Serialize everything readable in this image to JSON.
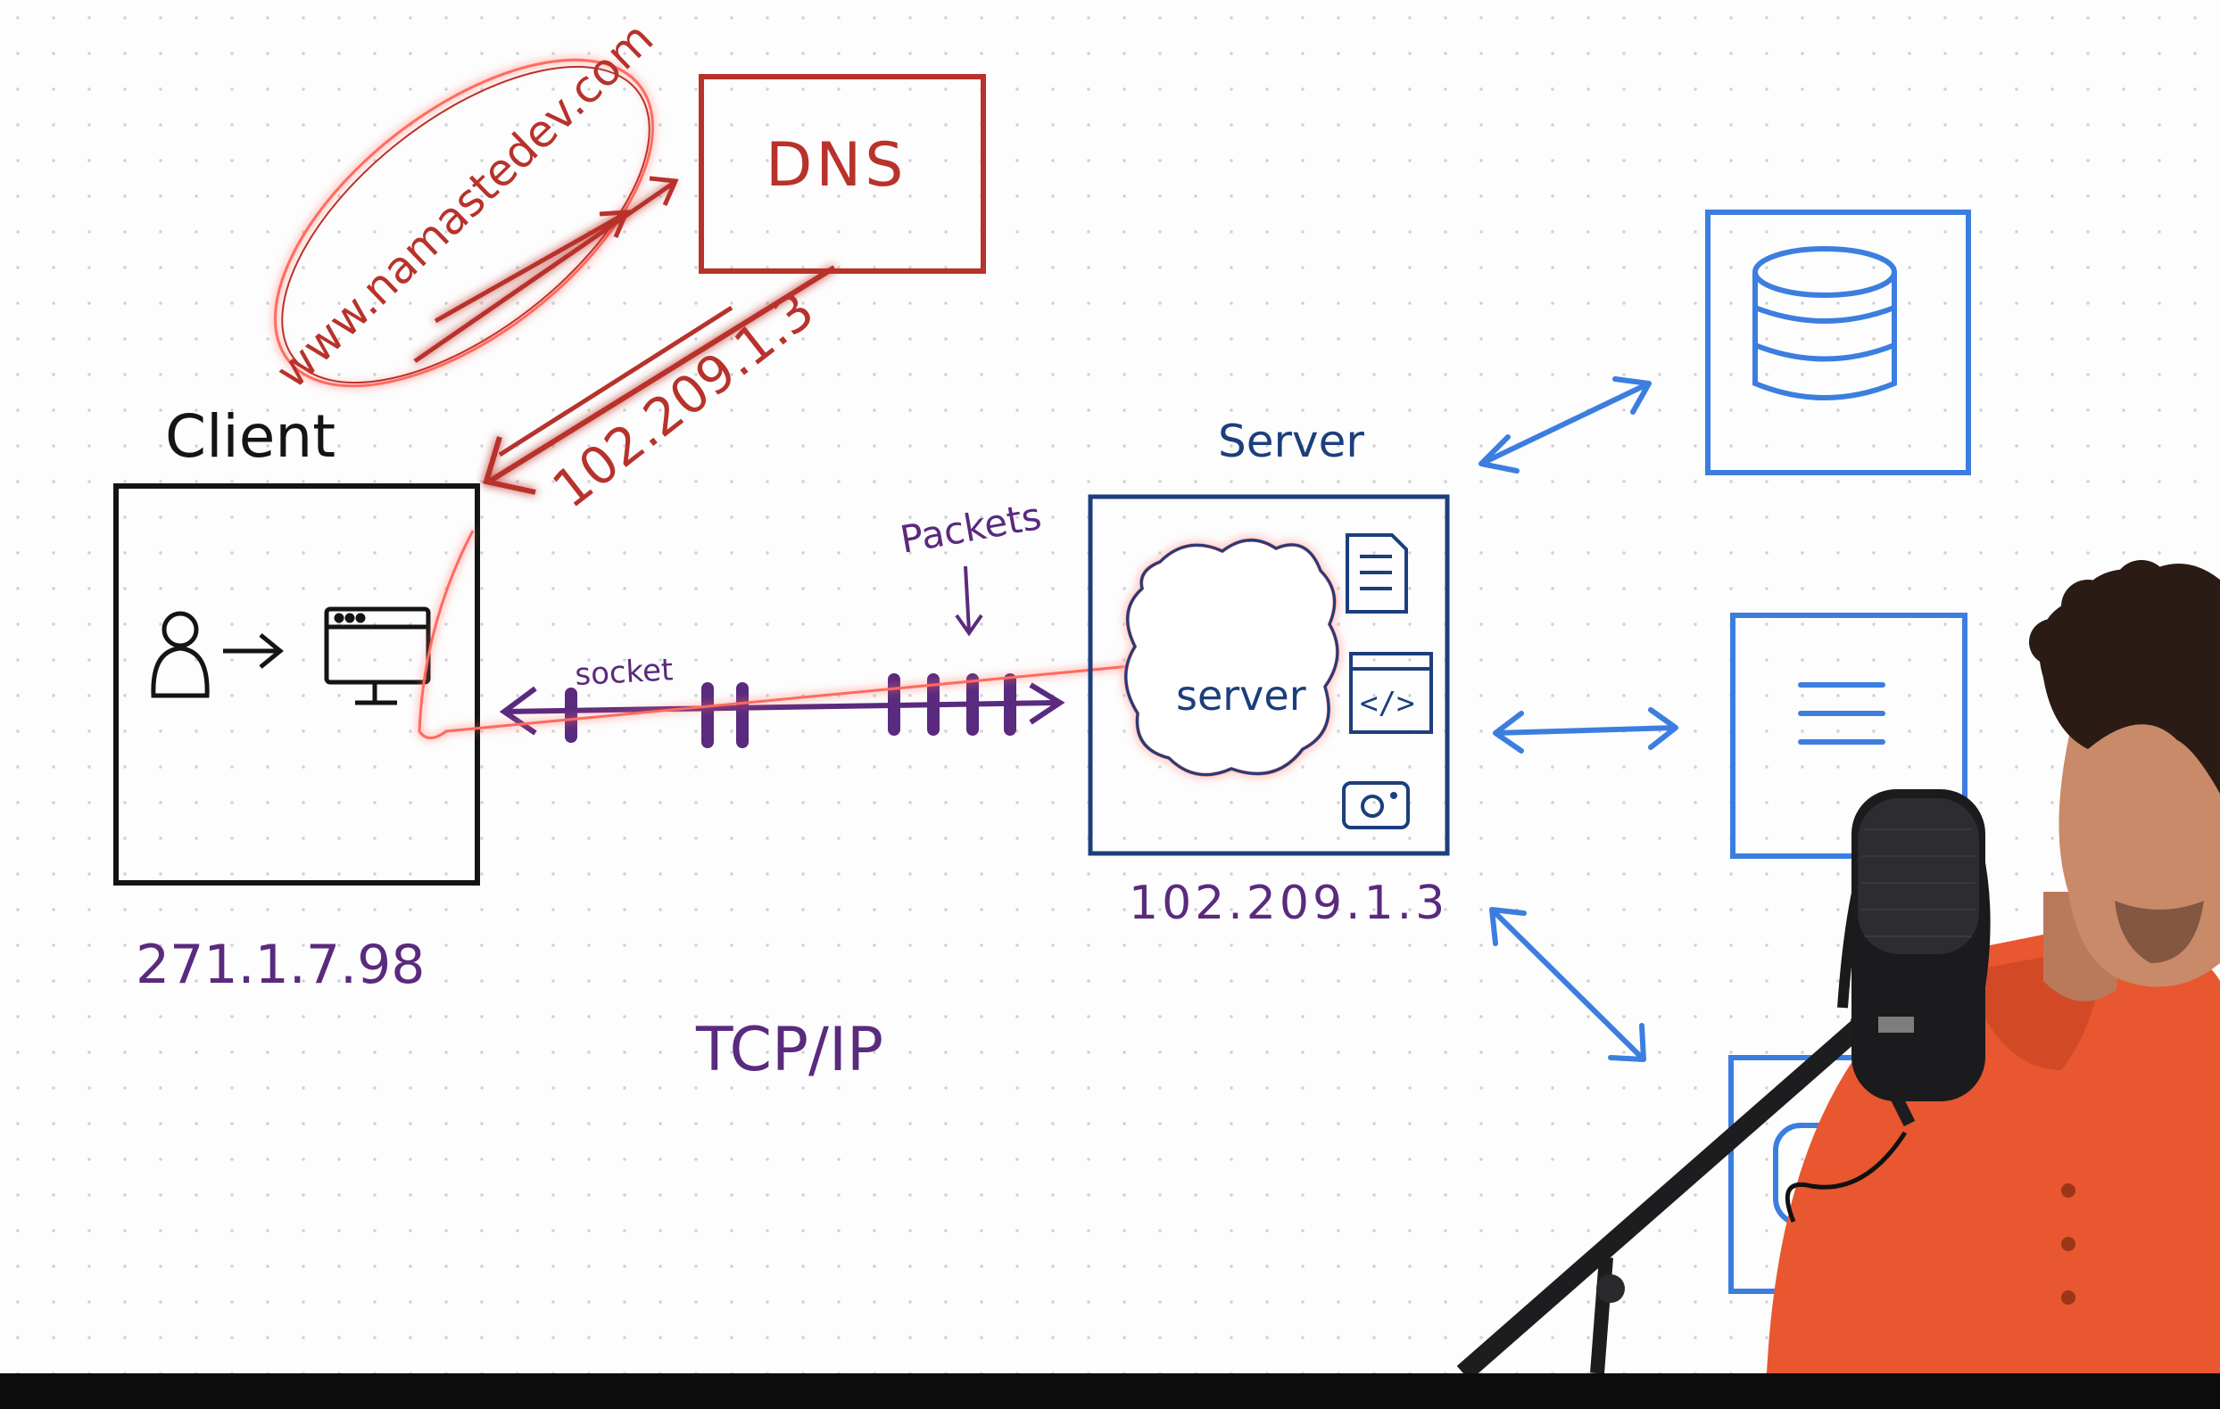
{
  "colors": {
    "black": "#141414",
    "red": "#b8322b",
    "red_glow": "#ff6b5e",
    "purple": "#5a2a7e",
    "navy": "#1c3e7c",
    "blue": "#3c7ee0",
    "skin": "#c98a6a",
    "shirt": "#e8572f",
    "hair": "#2a1c14"
  },
  "labels": {
    "client": "Client",
    "dns": "DNS",
    "domain": "www.namastedev.com",
    "dns_reply_ip": "102.209.1.3",
    "server_heading": "Server",
    "server_cloud": "server",
    "packets": "Packets",
    "socket": "socket",
    "server_ip": "102.209.1.3",
    "client_ip": "271.1.7.98",
    "protocol": "TCP/IP",
    "code_icon_text": "</>"
  },
  "icons": [
    "person-icon",
    "monitor-icon",
    "document-icon",
    "code-window-icon",
    "camera-icon",
    "database-icon",
    "text-file-icon",
    "image-icon"
  ]
}
